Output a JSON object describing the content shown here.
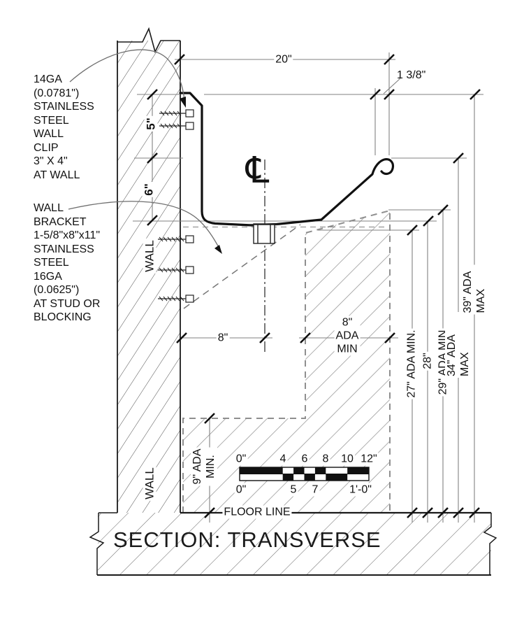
{
  "title": "SECTION: TRANSVERSE",
  "callouts": {
    "wall_clip": "14GA\n(0.0781\")\nSTAINLESS\nSTEEL\nWALL\nCLIP\n3\" X 4\"\nAT WALL",
    "wall_bracket": "WALL\nBRACKET\n1-5/8\"x8\"x11\"\nSTAINLESS\nSTEEL\n16GA\n(0.0625\")\nAT STUD OR\nBLOCKING"
  },
  "labels": {
    "wall_upper": "WALL",
    "wall_lower": "WALL",
    "floor_line": "FLOOR LINE",
    "centerline_symbol": "℄"
  },
  "dimensions": {
    "top_width": "20\"",
    "lip_offset": "1 3/8\"",
    "clip_height": "5\"",
    "apron_height": "6\"",
    "drain_offset": "8\"",
    "knee_clearance": "8\"\nADA\nMIN",
    "toe_clearance": "9\" ADA\nMIN.",
    "ada_27": "27\" ADA MIN.",
    "ada_28": "28\"",
    "ada_29": "29\" ADA MIN",
    "ada_34": "34\" ADA MAX",
    "ada_39": "39\" ADA MAX"
  },
  "scale_bar": {
    "top_ticks": [
      "0\"",
      "4",
      "6",
      "8",
      "10",
      "12\""
    ],
    "bottom_ticks": [
      "0\"",
      "5",
      "7",
      "1'-0\""
    ]
  },
  "colors": {
    "line_dark": "#1a1a1a",
    "line_gray": "#828282",
    "hatch_gray": "#9a9a9a"
  }
}
